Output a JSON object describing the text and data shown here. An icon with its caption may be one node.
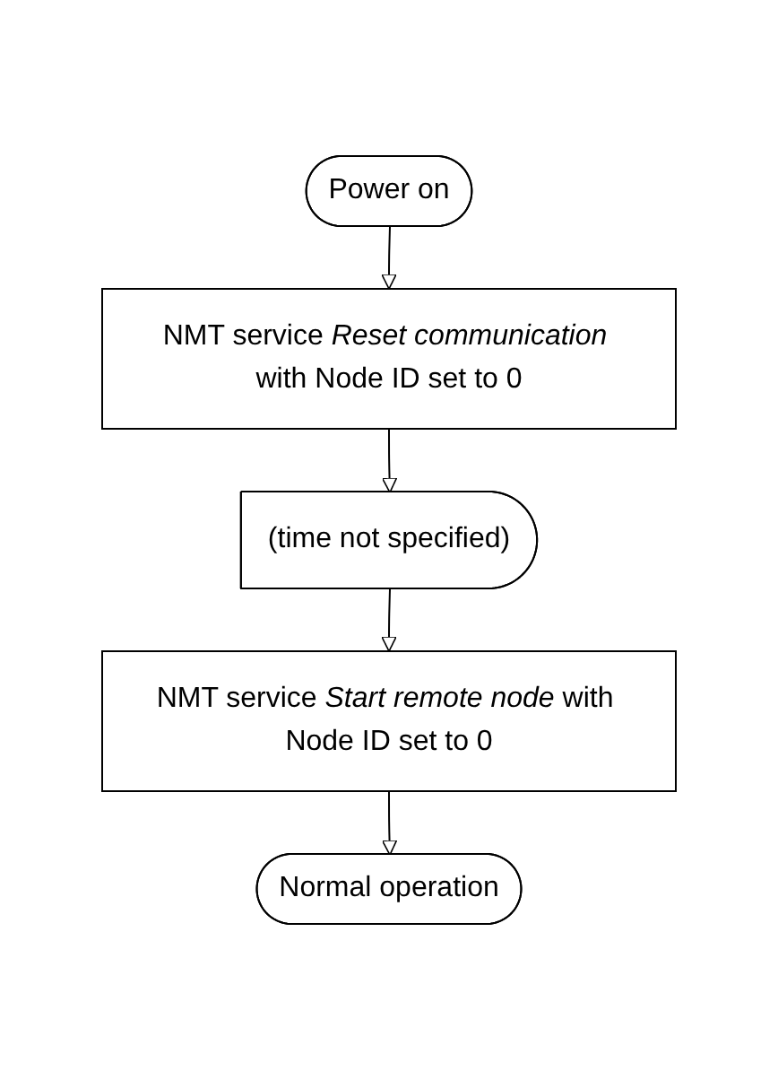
{
  "diagram": {
    "nodes": [
      {
        "text": [
          "Power on"
        ]
      },
      {
        "text": [
          "NMT service *Reset communication* with Node ID set to 0"
        ]
      },
      {
        "text": [
          "(time not specified)"
        ]
      },
      {
        "text": [
          "NMT service *Start remote node* with Node ID set to 0"
        ]
      },
      {
        "text": [
          "Normal operation"
        ]
      }
    ],
    "edges": [
      {
        "from": 0,
        "to": 1,
        "arrow": "to"
      },
      {
        "from": 1,
        "to": 2,
        "arrow": "to"
      },
      {
        "from": 2,
        "to": 3,
        "arrow": "to"
      },
      {
        "from": 3,
        "to": 4,
        "arrow": "to"
      }
    ]
  }
}
